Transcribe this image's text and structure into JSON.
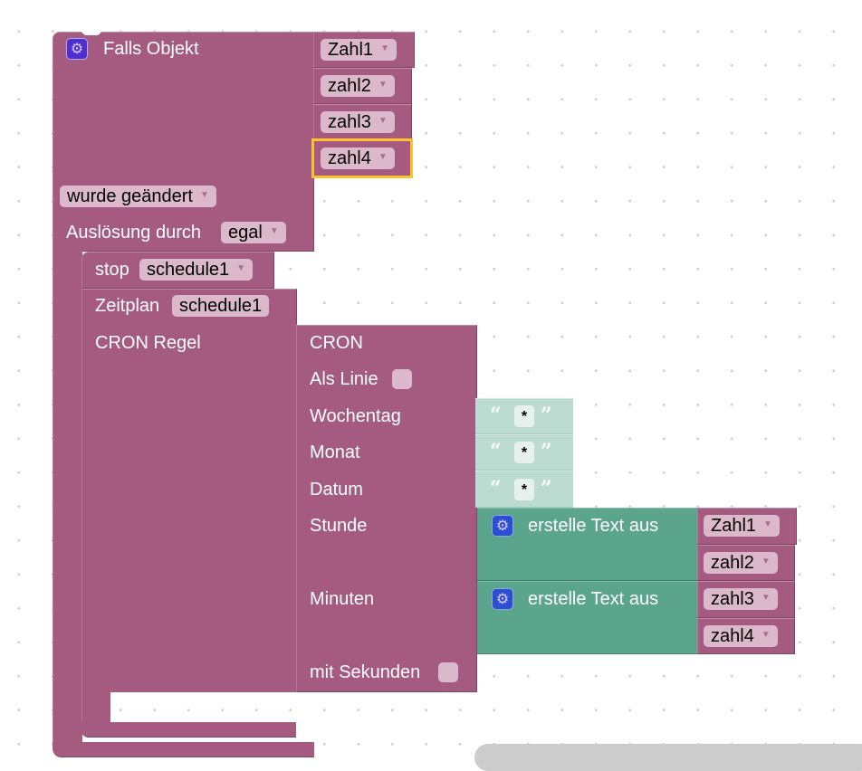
{
  "workspace": {
    "trigger_block": {
      "title": "Falls Objekt",
      "icon": "gear-icon",
      "objects": [
        "Zahl1",
        "zahl2",
        "zahl3",
        "zahl4"
      ],
      "selected_object_index": 3,
      "change_dropdown": "wurde geändert",
      "trigger_label": "Auslösung durch",
      "trigger_dropdown": "egal"
    },
    "stop_block": {
      "label": "stop",
      "dropdown": "schedule1"
    },
    "schedule_block": {
      "label": "Zeitplan",
      "name_field": "schedule1",
      "cron_label": "CRON Regel"
    },
    "cron_block": {
      "title": "CRON",
      "as_line_label": "Als Linie",
      "as_line_checked": false,
      "rows": [
        {
          "label": "Wochentag",
          "value": "*"
        },
        {
          "label": "Monat",
          "value": "*"
        },
        {
          "label": "Datum",
          "value": "*"
        }
      ],
      "hour_label": "Stunde",
      "minute_label": "Minuten",
      "seconds_label": "mit Sekunden",
      "seconds_checked": false
    },
    "text_join_blocks": [
      {
        "label": "erstelle Text aus",
        "icon": "gear-icon",
        "items": [
          "Zahl1",
          "zahl2"
        ]
      },
      {
        "label": "erstelle Text aus",
        "icon": "gear-icon",
        "items": [
          "zahl3",
          "zahl4"
        ]
      }
    ],
    "quote_open": "“",
    "quote_close": "”",
    "dropdown_arrow": "▼",
    "gear_glyph": "⚙"
  },
  "colors": {
    "logic_block": "#a55b80",
    "text_block": "#5ba58c",
    "string_block": "#bddcd1",
    "field": "#dbb9cb",
    "selection": "#fcc12d",
    "gear_bg": "#4d2ecf"
  }
}
